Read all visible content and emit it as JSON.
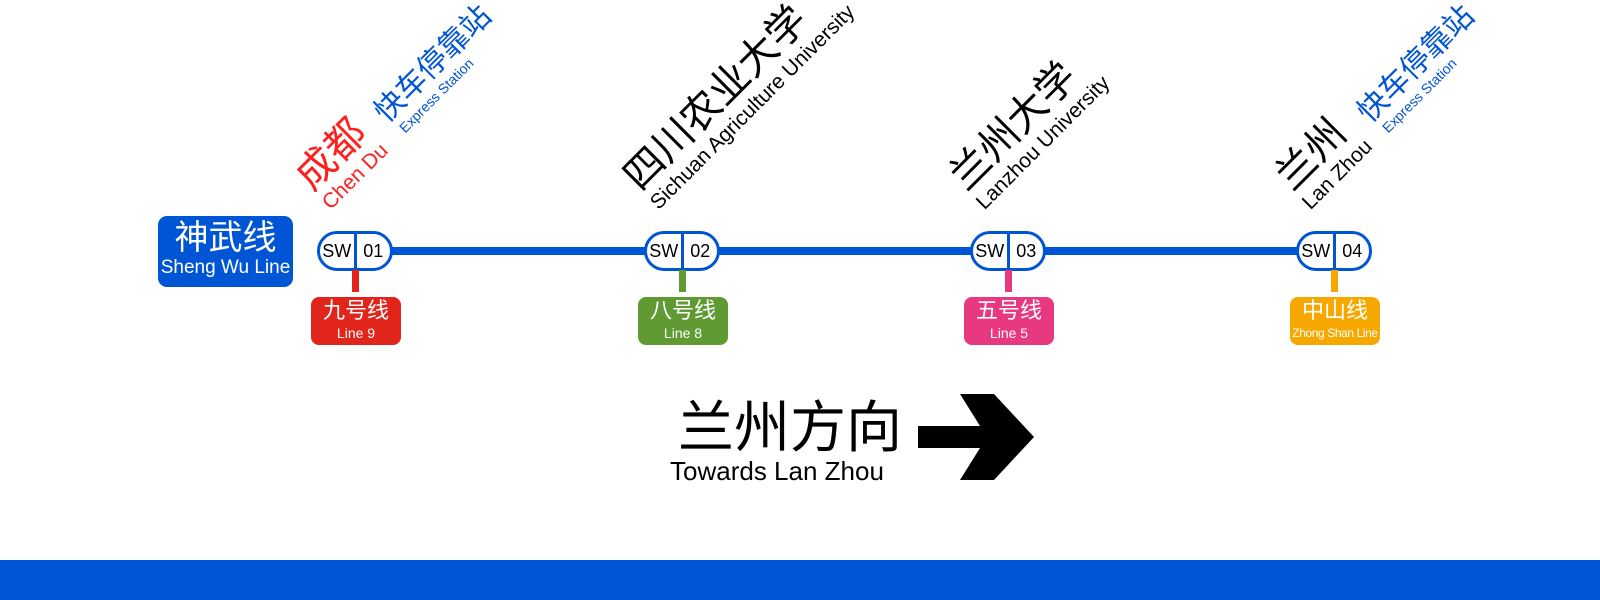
{
  "colors": {
    "line_blue": "#0055d4",
    "line9_red": "#e1251b",
    "line8_green": "#5f9a32",
    "line5_pink": "#e8387f",
    "zhongshan_orange": "#f6a800",
    "origin_red": "#ff1f1f",
    "text_black": "#000000"
  },
  "line": {
    "name_zh": "神武线",
    "name_en": "Sheng Wu Line"
  },
  "stations": [
    {
      "code": "SW",
      "number": "01",
      "name_zh": "成都",
      "name_en": "Chen Du",
      "express": true,
      "transfer": {
        "name_zh": "九号线",
        "name_en": "Line 9"
      }
    },
    {
      "code": "SW",
      "number": "02",
      "name_zh": "四川农业大学",
      "name_en": "Sichuan Agriculture University",
      "express": false,
      "transfer": {
        "name_zh": "八号线",
        "name_en": "Line 8"
      }
    },
    {
      "code": "SW",
      "number": "03",
      "name_zh": "兰州大学",
      "name_en": "Lanzhou University",
      "express": false,
      "transfer": {
        "name_zh": "五号线",
        "name_en": "Line 5"
      }
    },
    {
      "code": "SW",
      "number": "04",
      "name_zh": "兰州",
      "name_en": "Lan Zhou",
      "express": true,
      "transfer": {
        "name_zh": "中山线",
        "name_en": "Zhong Shan Line"
      }
    }
  ],
  "express_label": {
    "zh": "快车停靠站",
    "en": "Express Station"
  },
  "direction": {
    "zh": "兰州方向",
    "en": "Towards Lan Zhou",
    "icon": "arrow-right-icon"
  }
}
